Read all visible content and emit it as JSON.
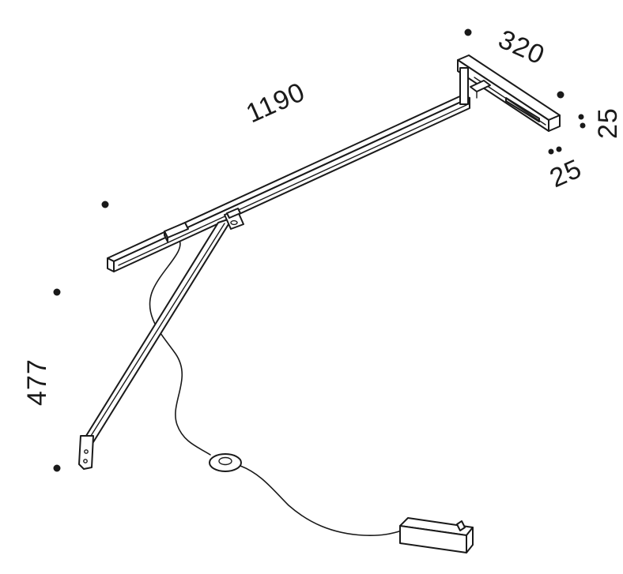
{
  "diagram": {
    "dimensions": {
      "width_rail": "320",
      "length_arm": "1190",
      "height_rail": "25",
      "depth_rail": "25",
      "drop_height": "477"
    },
    "colors": {
      "ink": "#1a1a1a",
      "background": "#ffffff"
    }
  }
}
